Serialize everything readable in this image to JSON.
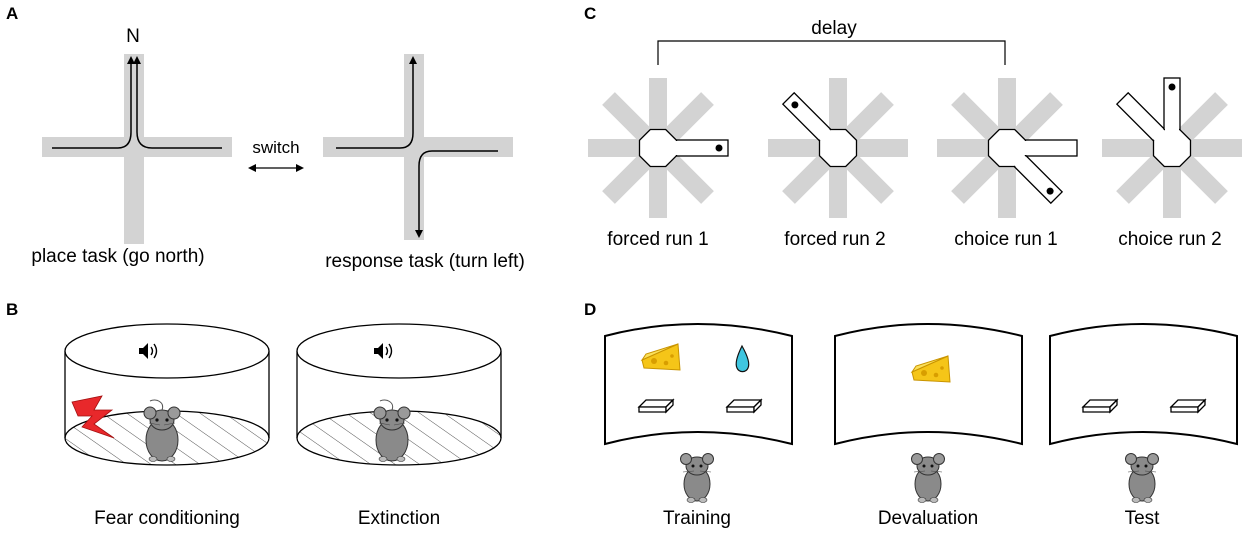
{
  "panels": {
    "a": {
      "letter": "A",
      "north_label": "N",
      "switch_label": "switch",
      "place_caption": "place task (go north)",
      "response_caption": "response task (turn left)"
    },
    "b": {
      "letter": "B",
      "fear_caption": "Fear conditioning",
      "extinction_caption": "Extinction"
    },
    "c": {
      "letter": "C",
      "delay_label": "delay",
      "runs": [
        "forced run 1",
        "forced run 2",
        "choice run 1",
        "choice run 2"
      ]
    },
    "d": {
      "letter": "D",
      "phases": [
        "Training",
        "Devaluation",
        "Test"
      ]
    }
  },
  "colors": {
    "maze_gray": "#d3d3d3",
    "shock_red": "#e8282b",
    "cheese_yellow": "#f5c518",
    "drop_cyan": "#3fc6e0",
    "mouse_gray": "#8a8a8a"
  },
  "icons": [
    "speaker-icon",
    "lightning-icon",
    "mouse-icon",
    "cheese-icon",
    "water-drop-icon",
    "lever-icon"
  ]
}
